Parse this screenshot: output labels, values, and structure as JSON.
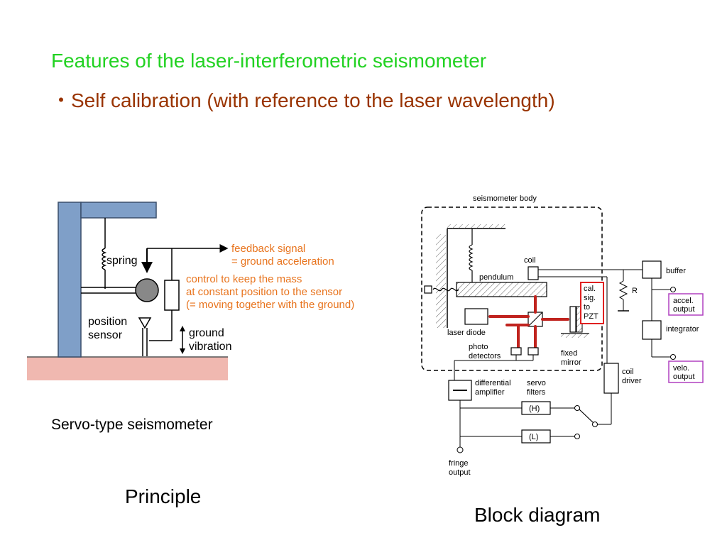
{
  "slide": {
    "title": "Features of the laser-interferometric seismometer",
    "subtitle": "・Self calibration  (with reference to the laser wavelength)",
    "caption_left": "Principle",
    "caption_right": "Block diagram"
  },
  "principle": {
    "label_spring": "spring",
    "label_position_sensor_1": "position",
    "label_position_sensor_2": "sensor",
    "label_feedback_1": "feedback signal",
    "label_feedback_2": "= ground acceleration",
    "label_control_1": "control to keep the mass",
    "label_control_2": "at constant position to the sensor",
    "label_control_3": "(= moving together with the ground)",
    "label_ground_1": "ground",
    "label_ground_2": "vibration",
    "figure_title": "Servo-type seismometer"
  },
  "block": {
    "body_label": "seismometer body",
    "coil": "coil",
    "pendulum": "pendulum",
    "laser_diode": "laser diode",
    "photo_1": "photo",
    "photo_2": "detectors",
    "fixed_1": "fixed",
    "fixed_2": "mirror",
    "cal_1": "cal.",
    "cal_2": "sig.",
    "cal_3": "to",
    "cal_4": "PZT",
    "resistor": "R",
    "buffer": "buffer",
    "accel_1": "accel.",
    "accel_2": "output",
    "integrator": "integrator",
    "velo_1": "velo.",
    "velo_2": "output",
    "coil_driver_1": "coil",
    "coil_driver_2": "driver",
    "diff_1": "differential",
    "diff_2": "amplifier",
    "servo_1": "servo",
    "servo_2": "filters",
    "filter_h": "(H)",
    "filter_l": "(L)",
    "fringe_1": "fringe",
    "fringe_2": "output"
  },
  "colors": {
    "title_green": "#22d222",
    "subtitle_brown": "#993300",
    "pillar_blue": "#7f9fc8",
    "ground_pink": "#f0b8b0",
    "annotation_orange": "#e8741e",
    "beam_red": "#c0231e",
    "highlight_red": "#e02020",
    "highlight_purple": "#b040c0"
  }
}
